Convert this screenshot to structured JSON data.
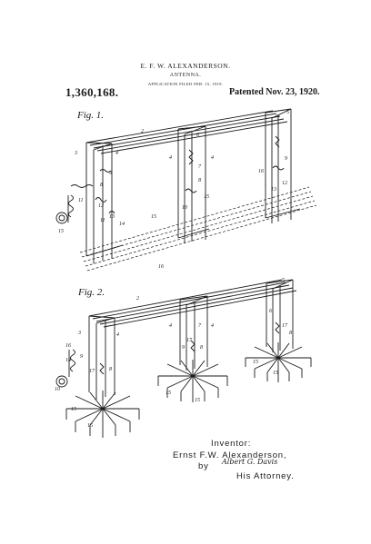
{
  "header": {
    "inventor": "E. F. W. ALEXANDERSON.",
    "title": "ANTENNA.",
    "filed": "APPLICATION FILED FEB. 15, 1919.",
    "patent_number": "1,360,168.",
    "patented": "Patented Nov. 23, 1920."
  },
  "figures": {
    "fig1_label": "Fig. 1.",
    "fig2_label": "Fig. 2."
  },
  "refs": {
    "fig1": [
      "2",
      "5",
      "3",
      "4",
      "4",
      "6",
      "4",
      "9",
      "7",
      "8",
      "9",
      "8",
      "11",
      "12",
      "13",
      "14",
      "15",
      "10",
      "15",
      "16",
      "11",
      "12",
      "13",
      "16",
      "15"
    ],
    "fig2": [
      "2",
      "5",
      "3",
      "4",
      "4",
      "7",
      "6",
      "4",
      "16",
      "14",
      "9",
      "10",
      "17",
      "8",
      "15",
      "15",
      "9",
      "17",
      "8",
      "15",
      "15",
      "17",
      "8",
      "15",
      "15"
    ]
  },
  "signature": {
    "inventor_label": "Inventor:",
    "inventor_name": "Ernst F.W. Alexanderson,",
    "by": "by",
    "attorney_name": "Albert G. Davis",
    "attorney_label": "His Attorney."
  }
}
